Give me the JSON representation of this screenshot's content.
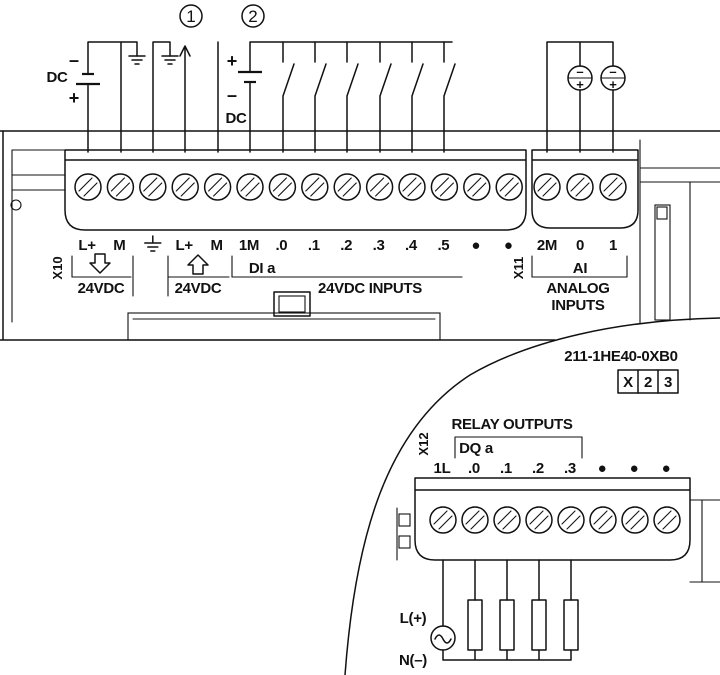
{
  "colors": {
    "ink": "#111111",
    "background": "#ffffff"
  },
  "callouts": [
    "1",
    "2"
  ],
  "power_supply": {
    "label": "DC",
    "minus": "–",
    "plus": "+"
  },
  "input_supply": {
    "label": "DC",
    "plus": "+",
    "minus": "–"
  },
  "analog_sources": [
    {
      "minus": "–",
      "plus": "+"
    },
    {
      "minus": "–",
      "plus": "+"
    }
  ],
  "x10": {
    "id": "X10",
    "terminals": [
      {
        "label": "L+"
      },
      {
        "label": "M"
      },
      {
        "icon": "ground-icon"
      },
      {
        "label": "L+"
      },
      {
        "label": "M"
      },
      {
        "label": "1M"
      },
      {
        "label": ".0"
      },
      {
        "label": ".1"
      },
      {
        "label": ".2"
      },
      {
        "label": ".3"
      },
      {
        "label": ".4"
      },
      {
        "label": ".5"
      },
      {
        "label": "●"
      },
      {
        "label": "●"
      }
    ],
    "power_in": {
      "label": "24VDC",
      "icon": "arrow-down-icon"
    },
    "sensor_supply": {
      "label": "24VDC",
      "icon": "arrow-up-icon"
    },
    "inputs": {
      "name": "DI a",
      "label": "24VDC INPUTS"
    }
  },
  "x11": {
    "id": "X11",
    "terminals": [
      "2M",
      "0",
      "1"
    ],
    "name": "AI",
    "label_lines": [
      "ANALOG",
      "INPUTS"
    ]
  },
  "model": {
    "order_number": "211-1HE40-0XB0",
    "version": [
      "X",
      "2",
      "3"
    ]
  },
  "x12": {
    "id": "X12",
    "title": "RELAY OUTPUTS",
    "name": "DQ a",
    "terminals": [
      "1L",
      ".0",
      ".1",
      ".2",
      ".3",
      "●",
      "●",
      "●"
    ],
    "supply": {
      "line": "L(+)",
      "neutral": "N(–)"
    }
  }
}
